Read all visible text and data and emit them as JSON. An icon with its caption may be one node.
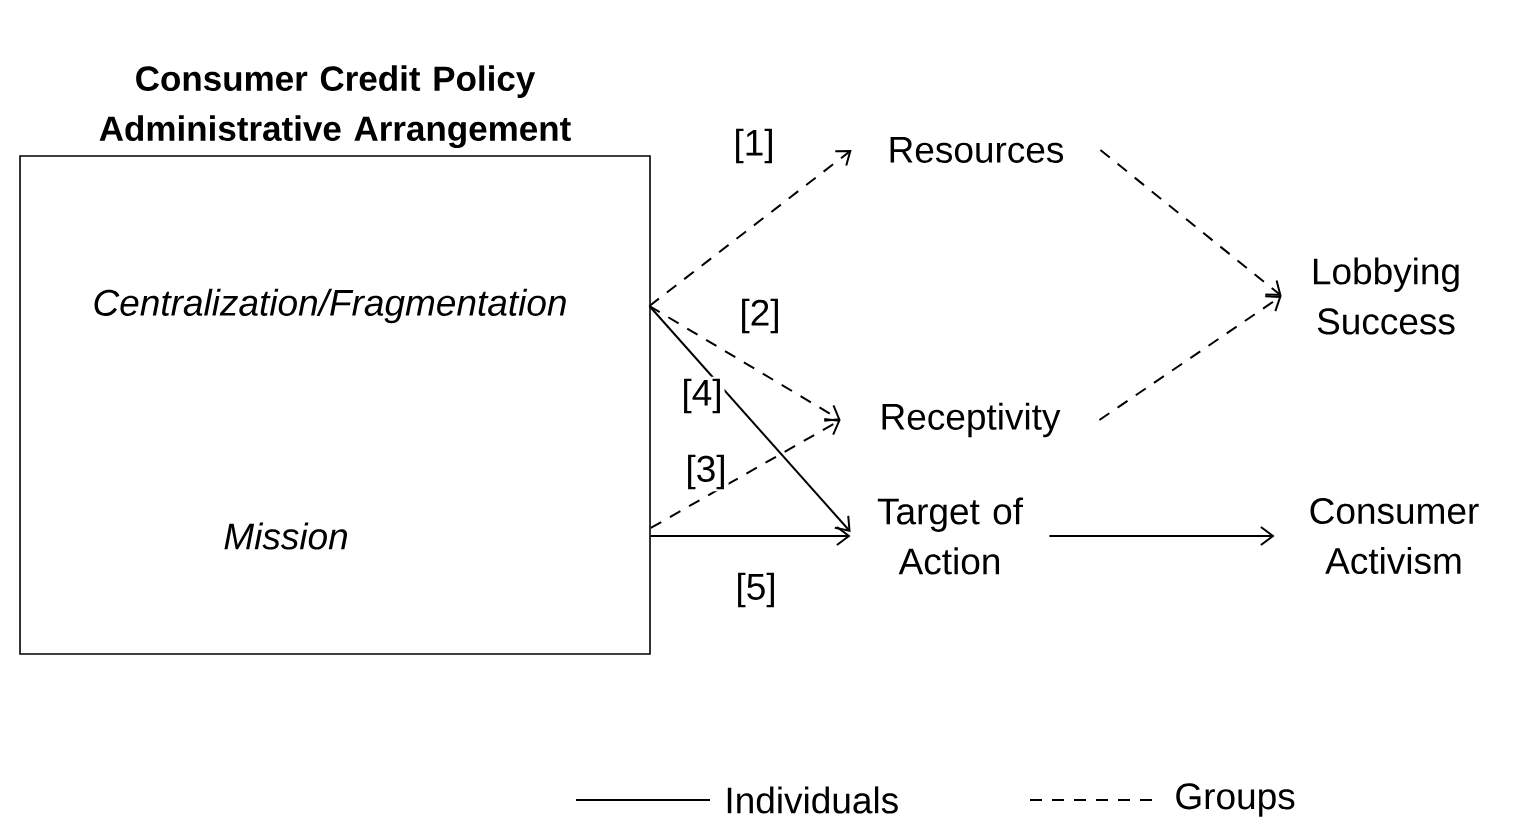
{
  "diagram": {
    "nodes": [
      {
        "text": [
          "Consumer Credit Policy Administrative Arrangement"
        ]
      },
      {
        "text": [
          "Centralization/Fragmentation"
        ],
        "in": 0
      },
      {
        "text": [
          "Mission"
        ],
        "in": 0
      },
      {
        "text": [
          "Resources"
        ]
      },
      {
        "text": [
          "Receptivity"
        ]
      },
      {
        "text": [
          "Target of Action"
        ]
      },
      {
        "text": [
          "Lobbying Success"
        ]
      },
      {
        "text": [
          "Consumer Activism"
        ]
      }
    ],
    "edges": [
      {
        "from": 1,
        "to": 3,
        "arrow": "to",
        "label": "[1]",
        "style": "dashed"
      },
      {
        "from": 1,
        "to": 4,
        "arrow": "to",
        "label": "[2]",
        "style": "dashed"
      },
      {
        "from": 1,
        "to": 5,
        "arrow": "to",
        "label": "[4]"
      },
      {
        "from": 0,
        "to": 4,
        "arrow": "to",
        "label": "[3]",
        "style": "dashed"
      },
      {
        "from": 0,
        "to": 5,
        "arrow": "to",
        "label": "[5]"
      },
      {
        "from": 3,
        "to": 6,
        "arrow": "to",
        "style": "dashed"
      },
      {
        "from": 4,
        "to": 6,
        "arrow": "to",
        "style": "dashed"
      },
      {
        "from": 5,
        "to": 7,
        "arrow": "to"
      }
    ],
    "legend": [
      {
        "text": "Individuals"
      },
      {
        "text": "Groups"
      }
    ]
  }
}
